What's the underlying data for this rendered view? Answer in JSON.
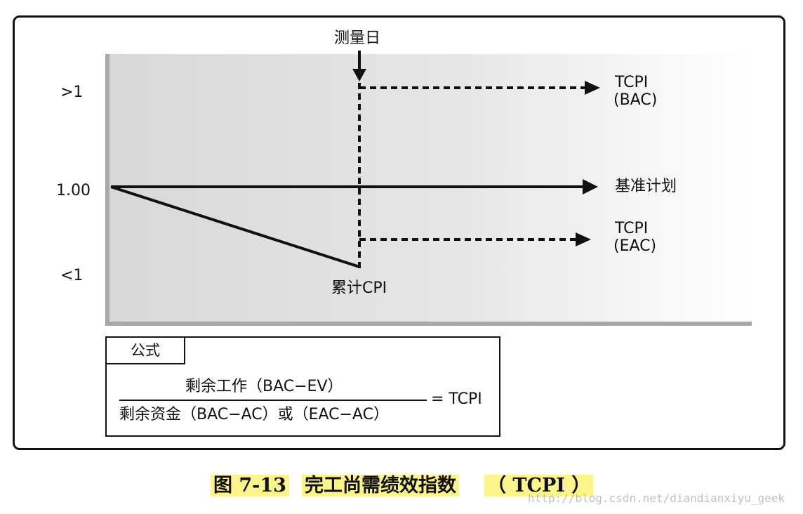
{
  "y_axis": {
    "ticks": [
      ">1",
      "1.00",
      "<1"
    ]
  },
  "labels": {
    "measurement_date": "测量日",
    "tcpi_bac_line1": "TCPI",
    "tcpi_bac_line2": "(BAC)",
    "baseline": "基准计划",
    "tcpi_eac_line1": "TCPI",
    "tcpi_eac_line2": "(EAC)",
    "cumulative_cpi": "累计CPI"
  },
  "formula": {
    "tab": "公式",
    "numerator": "剩余工作（BAC−EV）",
    "denominator": "剩余资金（BAC−AC）或（EAC−AC）",
    "result": "= TCPI"
  },
  "caption": {
    "figure_no": "图 7-13",
    "title": "完工尚需绩效指数",
    "abbr": "（ TCPI ）"
  },
  "watermark": "http://blog.csdn.net/diandianxiyu_geek",
  "colors": {
    "plot_bg": "#dcdcdc",
    "axis": "#a8a8a8",
    "highlight": "#fbf48d"
  }
}
